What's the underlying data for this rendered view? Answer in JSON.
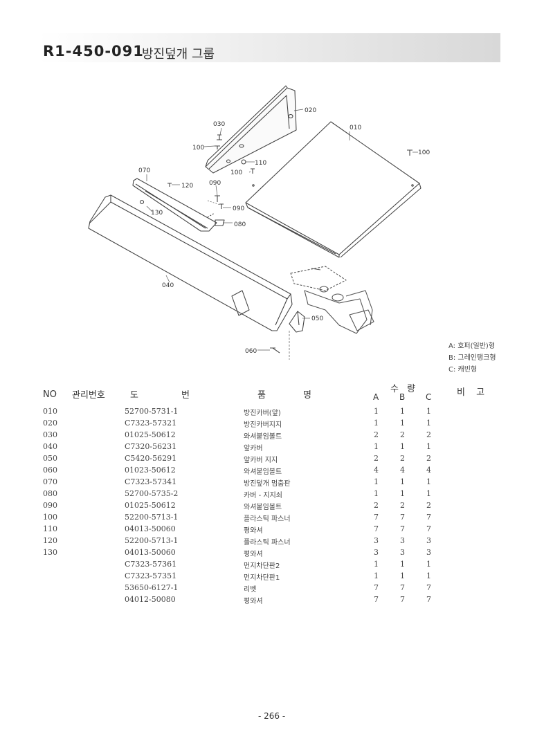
{
  "header": {
    "code": "R1-450-091",
    "name": "방진덮개 그룹"
  },
  "callouts": {
    "c010": "010",
    "c020": "020",
    "c030": "030",
    "c040": "040",
    "c050": "050",
    "c060": "060",
    "c070": "070",
    "c080": "080",
    "c090a": "090",
    "c090b": "090",
    "c100a": "100",
    "c100b": "100",
    "c100c": "100",
    "c110": "110",
    "c120": "120",
    "c130": "130"
  },
  "legend": {
    "a": "A: 호퍼(일반)형",
    "b": "B: 그레인탱크형",
    "c": "C: 캐빈형"
  },
  "table": {
    "headers": {
      "no": "NO",
      "mgmt": "관리번호",
      "drawing_1": "도",
      "drawing_2": "번",
      "name_1": "품",
      "name_2": "명",
      "qty_1": "수",
      "qty_2": "량",
      "a": "A",
      "b": "B",
      "c": "C",
      "remark": "비  고"
    },
    "rows": [
      {
        "no": "010",
        "part": "52700-5731-1",
        "name": "방진카버(앞)",
        "a": "1",
        "b": "1",
        "c": "1"
      },
      {
        "no": "020",
        "part": "C7323-57321",
        "name": "방진카버지지",
        "a": "1",
        "b": "1",
        "c": "1"
      },
      {
        "no": "030",
        "part": "01025-50612",
        "name": "와셔붙임볼트",
        "a": "2",
        "b": "2",
        "c": "2"
      },
      {
        "no": "040",
        "part": "C7320-56231",
        "name": "앞카버",
        "a": "1",
        "b": "1",
        "c": "1"
      },
      {
        "no": "050",
        "part": "C5420-56291",
        "name": "앞카버 지지",
        "a": "2",
        "b": "2",
        "c": "2"
      },
      {
        "no": "060",
        "part": "01023-50612",
        "name": "와셔붙임볼트",
        "a": "4",
        "b": "4",
        "c": "4"
      },
      {
        "no": "070",
        "part": "C7323-57341",
        "name": "방진덮개 멈춤판",
        "a": "1",
        "b": "1",
        "c": "1"
      },
      {
        "no": "080",
        "part": "52700-5735-2",
        "name": "카버 - 지지쇠",
        "a": "1",
        "b": "1",
        "c": "1"
      },
      {
        "no": "090",
        "part": "01025-50612",
        "name": "와셔붙임볼트",
        "a": "2",
        "b": "2",
        "c": "2"
      },
      {
        "no": "100",
        "part": "52200-5713-1",
        "name": "플라스틱 파스너",
        "a": "7",
        "b": "7",
        "c": "7"
      },
      {
        "no": "110",
        "part": "04013-50060",
        "name": "평와셔",
        "a": "7",
        "b": "7",
        "c": "7"
      },
      {
        "no": "120",
        "part": "52200-5713-1",
        "name": "플라스틱 파스너",
        "a": "3",
        "b": "3",
        "c": "3"
      },
      {
        "no": "130",
        "part": "04013-50060",
        "name": "평와셔",
        "a": "3",
        "b": "3",
        "c": "3"
      },
      {
        "no": "",
        "part": "C7323-57361",
        "name": "먼지차단판2",
        "a": "1",
        "b": "1",
        "c": "1"
      },
      {
        "no": "",
        "part": "C7323-57351",
        "name": "먼지차단판1",
        "a": "1",
        "b": "1",
        "c": "1"
      },
      {
        "no": "",
        "part": "53650-6127-1",
        "name": "리벳",
        "a": "7",
        "b": "7",
        "c": "7"
      },
      {
        "no": "",
        "part": "04012-50080",
        "name": "평와셔",
        "a": "7",
        "b": "7",
        "c": "7"
      }
    ]
  },
  "footer": {
    "page": "- 266 -"
  }
}
